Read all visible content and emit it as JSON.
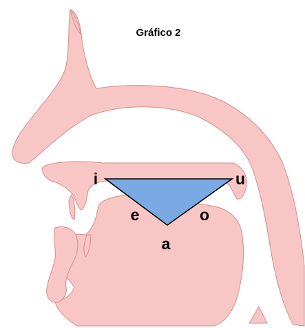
{
  "title": "Gráfico 2",
  "vowels": {
    "i": "i",
    "u": "u",
    "e": "e",
    "o": "o",
    "a": "a"
  },
  "colors": {
    "tissue_fill": "#f8c6c4",
    "tissue_stroke": "#cf8d8b",
    "triangle_fill": "#7aa9e3",
    "triangle_stroke": "#000000",
    "text": "#000000"
  }
}
